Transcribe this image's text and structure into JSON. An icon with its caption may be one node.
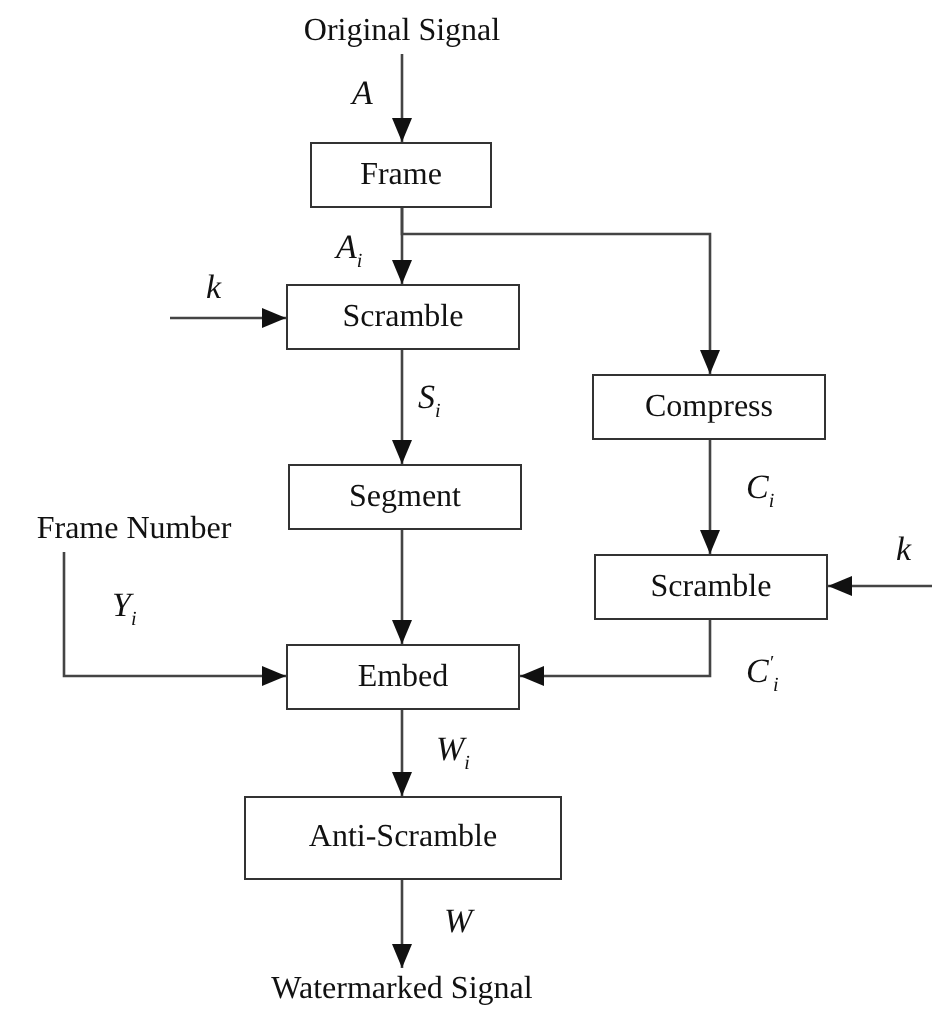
{
  "diagram": {
    "nodes": [
      {
        "text": [
          "Original Signal"
        ]
      },
      {
        "text": [
          "Frame"
        ]
      },
      {
        "text": [
          "Scramble"
        ]
      },
      {
        "text": [
          "Compress"
        ]
      },
      {
        "text": [
          "Segment"
        ]
      },
      {
        "text": [
          "Frame Number"
        ]
      },
      {
        "text": [
          "Scramble"
        ]
      },
      {
        "text": [
          "Embed"
        ]
      },
      {
        "text": [
          "Anti-Scramble"
        ]
      },
      {
        "text": [
          "Watermarked Signal"
        ]
      }
    ],
    "edges": [
      {
        "from": 0,
        "to": 1,
        "arrow": "to",
        "label": "A"
      },
      {
        "from": 1,
        "to": 2,
        "arrow": "to",
        "label": "A$_{i}$"
      },
      {
        "from": 1,
        "to": 3,
        "arrow": "to"
      },
      {
        "from": null,
        "to": 2,
        "arrow": "to",
        "label": "k"
      },
      {
        "from": 2,
        "to": 4,
        "arrow": "to",
        "label": "S$_{i}$"
      },
      {
        "from": 3,
        "to": 6,
        "arrow": "to",
        "label": "C$_{i}$"
      },
      {
        "from": null,
        "to": 6,
        "arrow": "to",
        "label": "k"
      },
      {
        "from": 4,
        "to": 7,
        "arrow": "to"
      },
      {
        "from": 5,
        "to": 7,
        "arrow": "to",
        "label": "Y$_{i}$"
      },
      {
        "from": 6,
        "to": 7,
        "arrow": "to",
        "label": "C$^{′}$$_{i}$"
      },
      {
        "from": 7,
        "to": 8,
        "arrow": "to",
        "label": "W$_{i}$"
      },
      {
        "from": 8,
        "to": 9,
        "arrow": "to",
        "label": "W"
      }
    ]
  }
}
